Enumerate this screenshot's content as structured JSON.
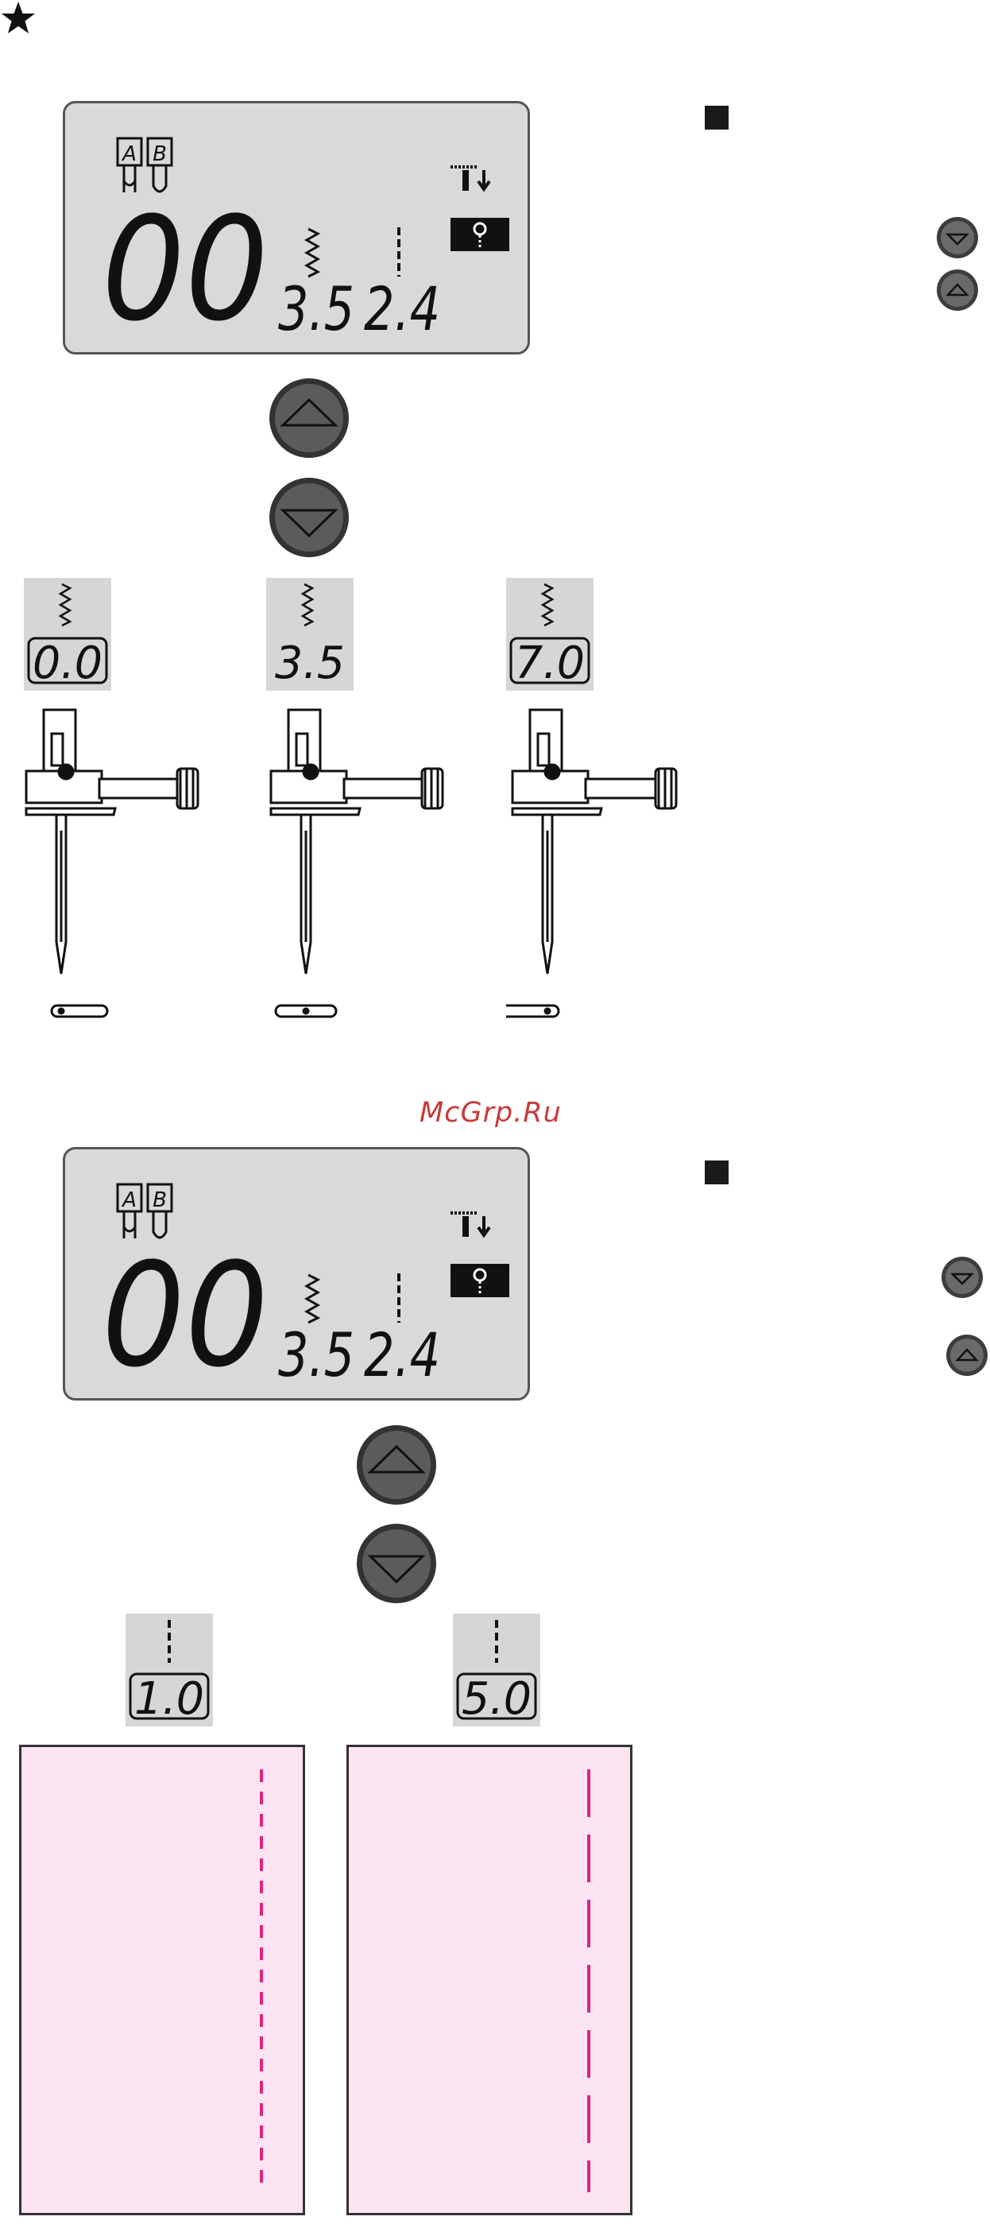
{
  "section1": {
    "display": {
      "foot_a": "A",
      "foot_b": "B",
      "stitch_number": "00",
      "width_value": "3.5",
      "length_value": "2.4"
    },
    "width_settings": [
      "0.0",
      "3.5",
      "7.0"
    ]
  },
  "watermark": "McGrp.Ru",
  "section2": {
    "display": {
      "foot_a": "A",
      "foot_b": "B",
      "stitch_number": "00",
      "width_value": "3.5",
      "length_value": "2.4"
    },
    "length_settings": [
      "1.0",
      "5.0"
    ]
  },
  "colors": {
    "lcd_background": "#d9d9d9",
    "fabric": "#fbe3f2",
    "stitch_line": "#e0237f",
    "button_fill": "#555555",
    "watermark": "#c83a3a"
  },
  "icons": [
    "star-icon",
    "square-bullet-icon",
    "presser-foot-a-icon",
    "presser-foot-b-icon",
    "needle-position-icon",
    "zigzag-width-icon",
    "straight-length-icon",
    "arrow-up-button-icon",
    "arrow-down-button-icon",
    "needle-clamp-icon"
  ]
}
